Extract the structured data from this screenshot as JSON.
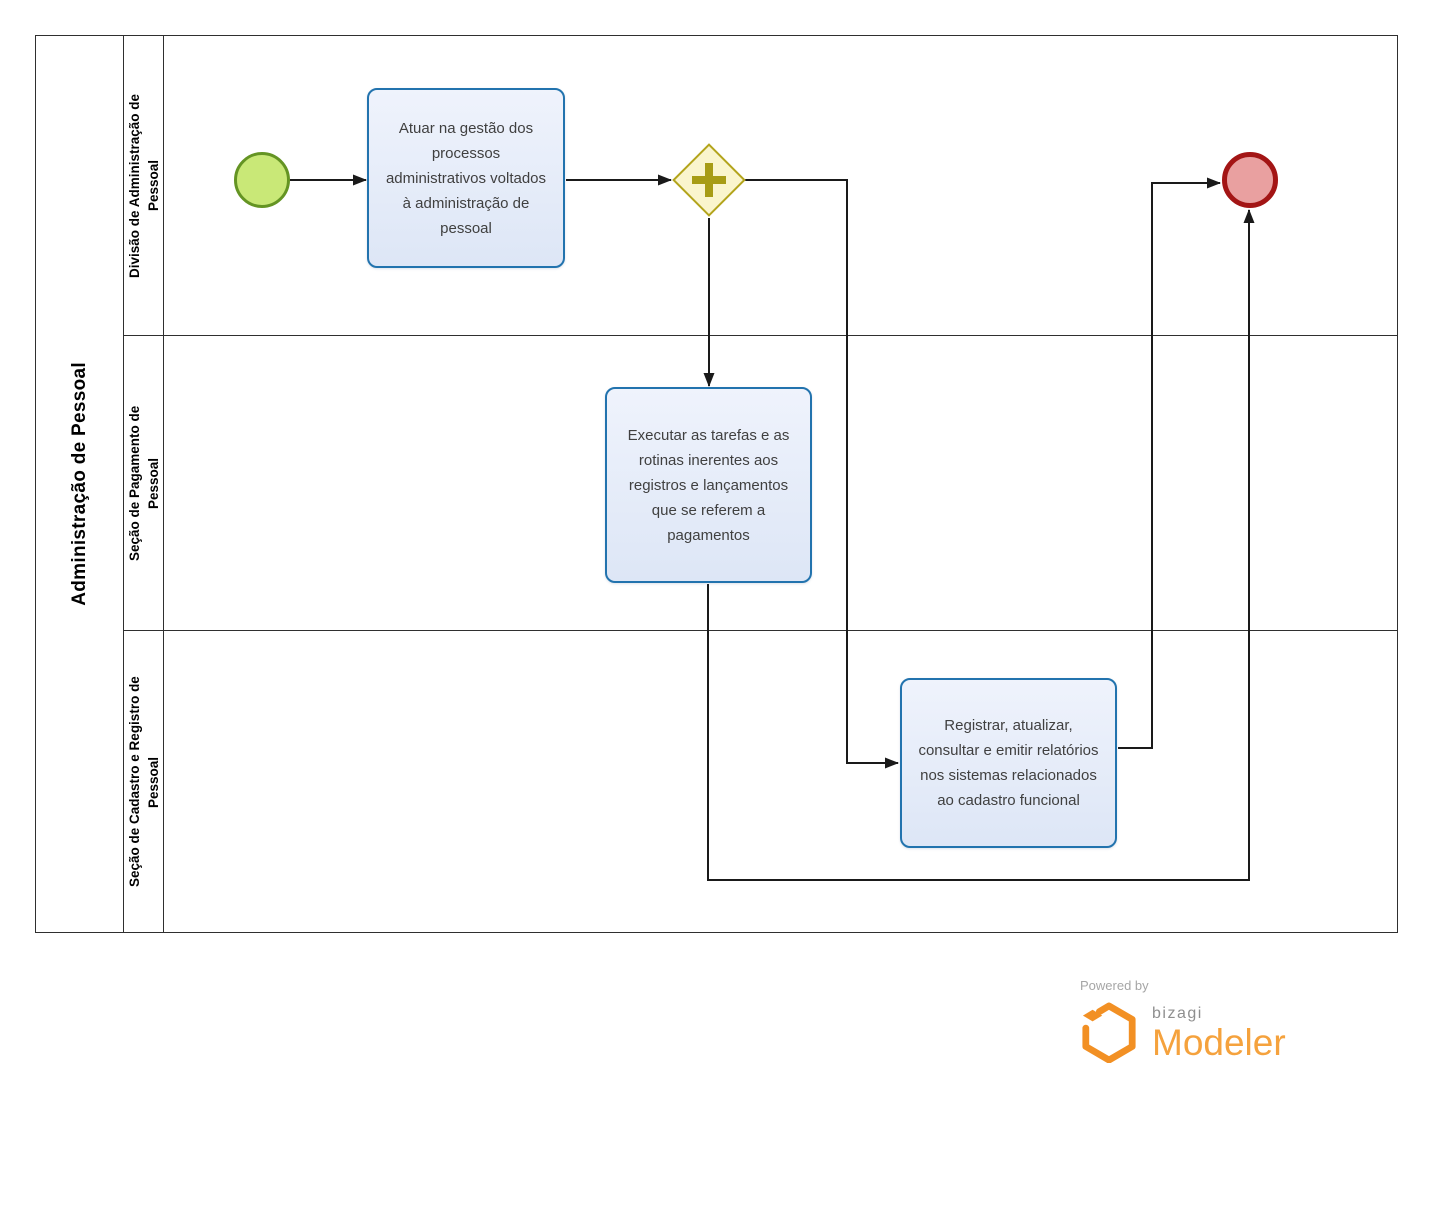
{
  "pool": {
    "label": "Administração de Pessoal",
    "lanes": [
      {
        "label": "Divisão de Administração de Pessoal"
      },
      {
        "label": "Seção de Pagamento de Pessoal"
      },
      {
        "label": "Seção de Cadastro e Registro de Pessoal"
      }
    ]
  },
  "nodes": {
    "start_event": {
      "type": "start-event"
    },
    "task1": {
      "label": "Atuar na gestão dos processos administrativos voltados à administração de pessoal"
    },
    "gateway": {
      "type": "parallel-gateway",
      "symbol": "+"
    },
    "task2": {
      "label": "Executar as tarefas e as rotinas inerentes aos registros e lançamentos que se referem a pagamentos"
    },
    "task3": {
      "label": "Registrar, atualizar, consultar e emitir relatórios nos sistemas relacionados ao cadastro funcional"
    },
    "end_event": {
      "type": "end-event"
    }
  },
  "branding": {
    "powered_by": "Powered by",
    "brand": "bizagi",
    "product": "Modeler"
  },
  "colors": {
    "task_fill": "#e7edf9",
    "task_border": "#2273ae",
    "start_fill": "#c9e877",
    "start_border": "#649423",
    "end_fill": "#e9a0a0",
    "end_border": "#a31515",
    "gateway_fill": "#faf5cd",
    "gateway_border": "#b3a41c",
    "flow": "#1a1a1a",
    "brand_orange": "#f5a23d"
  }
}
